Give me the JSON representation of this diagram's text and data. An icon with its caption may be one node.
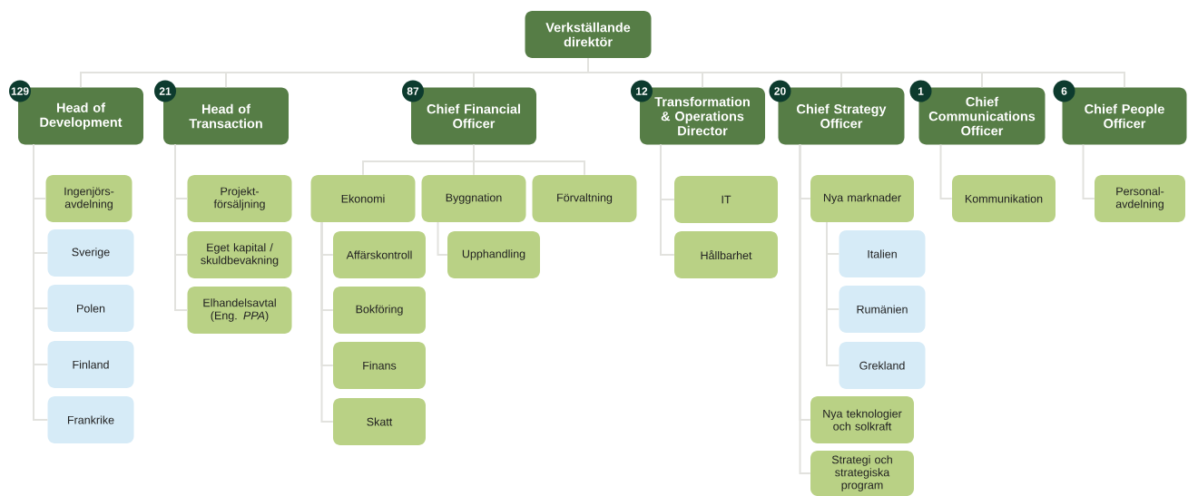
{
  "diagram": {
    "nodes": [
      {
        "text": [
          "Verkställande direktör"
        ]
      },
      {
        "text": [
          "129",
          "Head of Development"
        ]
      },
      {
        "text": [
          "21",
          "Head of Transaction"
        ]
      },
      {
        "text": [
          "87",
          "Chief Financial Officer"
        ]
      },
      {
        "text": [
          "12",
          "Transformation & Operations Director"
        ]
      },
      {
        "text": [
          "20",
          "Chief Strategy Officer"
        ]
      },
      {
        "text": [
          "1",
          "Chief Communications Officer"
        ]
      },
      {
        "text": [
          "6",
          "Chief People Officer"
        ]
      },
      {
        "text": [
          "Ingenjörs-avdelning"
        ]
      },
      {
        "text": [
          "Sverige"
        ]
      },
      {
        "text": [
          "Polen"
        ]
      },
      {
        "text": [
          "Finland"
        ]
      },
      {
        "text": [
          "Frankrike"
        ]
      },
      {
        "text": [
          "Projekt-försäljning"
        ]
      },
      {
        "text": [
          "Eget kapital / skuldbevakning"
        ]
      },
      {
        "text": [
          "Elhandelsavtal (Eng. *PPA*)"
        ]
      },
      {
        "text": [
          "Ekonomi"
        ]
      },
      {
        "text": [
          "Byggnation"
        ]
      },
      {
        "text": [
          "Förvaltning"
        ]
      },
      {
        "text": [
          "Affärskontroll"
        ]
      },
      {
        "text": [
          "Bokföring"
        ]
      },
      {
        "text": [
          "Finans"
        ]
      },
      {
        "text": [
          "Skatt"
        ]
      },
      {
        "text": [
          "Upphandling"
        ]
      },
      {
        "text": [
          "IT"
        ]
      },
      {
        "text": [
          "Hållbarhet"
        ]
      },
      {
        "text": [
          "Nya marknader"
        ]
      },
      {
        "text": [
          "Italien"
        ]
      },
      {
        "text": [
          "Rumänien"
        ]
      },
      {
        "text": [
          "Grekland"
        ]
      },
      {
        "text": [
          "Nya teknologier och solkraft"
        ]
      },
      {
        "text": [
          "Strategi och strategiska program"
        ]
      },
      {
        "text": [
          "Kommunikation"
        ]
      },
      {
        "text": [
          "Personal-avdelning"
        ]
      }
    ],
    "edges": [
      {
        "from": 0,
        "to": 1,
        "arrow": "none"
      },
      {
        "from": 0,
        "to": 2,
        "arrow": "none"
      },
      {
        "from": 0,
        "to": 3,
        "arrow": "none"
      },
      {
        "from": 0,
        "to": 4,
        "arrow": "none"
      },
      {
        "from": 0,
        "to": 5,
        "arrow": "none"
      },
      {
        "from": 0,
        "to": 6,
        "arrow": "none"
      },
      {
        "from": 0,
        "to": 7,
        "arrow": "none"
      },
      {
        "from": 1,
        "to": 8,
        "arrow": "none"
      },
      {
        "from": 1,
        "to": 9,
        "arrow": "none"
      },
      {
        "from": 1,
        "to": 10,
        "arrow": "none"
      },
      {
        "from": 1,
        "to": 11,
        "arrow": "none"
      },
      {
        "from": 1,
        "to": 12,
        "arrow": "none"
      },
      {
        "from": 2,
        "to": 13,
        "arrow": "none"
      },
      {
        "from": 2,
        "to": 14,
        "arrow": "none"
      },
      {
        "from": 2,
        "to": 15,
        "arrow": "none"
      },
      {
        "from": 3,
        "to": 16,
        "arrow": "none"
      },
      {
        "from": 3,
        "to": 17,
        "arrow": "none"
      },
      {
        "from": 3,
        "to": 18,
        "arrow": "none"
      },
      {
        "from": 16,
        "to": 19,
        "arrow": "none"
      },
      {
        "from": 16,
        "to": 20,
        "arrow": "none"
      },
      {
        "from": 16,
        "to": 21,
        "arrow": "none"
      },
      {
        "from": 16,
        "to": 22,
        "arrow": "none"
      },
      {
        "from": 17,
        "to": 23,
        "arrow": "none"
      },
      {
        "from": 4,
        "to": 24,
        "arrow": "none"
      },
      {
        "from": 4,
        "to": 25,
        "arrow": "none"
      },
      {
        "from": 5,
        "to": 26,
        "arrow": "none"
      },
      {
        "from": 26,
        "to": 27,
        "arrow": "none"
      },
      {
        "from": 26,
        "to": 28,
        "arrow": "none"
      },
      {
        "from": 26,
        "to": 29,
        "arrow": "none"
      },
      {
        "from": 5,
        "to": 30,
        "arrow": "none"
      },
      {
        "from": 5,
        "to": 31,
        "arrow": "none"
      },
      {
        "from": 6,
        "to": 32,
        "arrow": "none"
      },
      {
        "from": 7,
        "to": 33,
        "arrow": "none"
      }
    ]
  }
}
